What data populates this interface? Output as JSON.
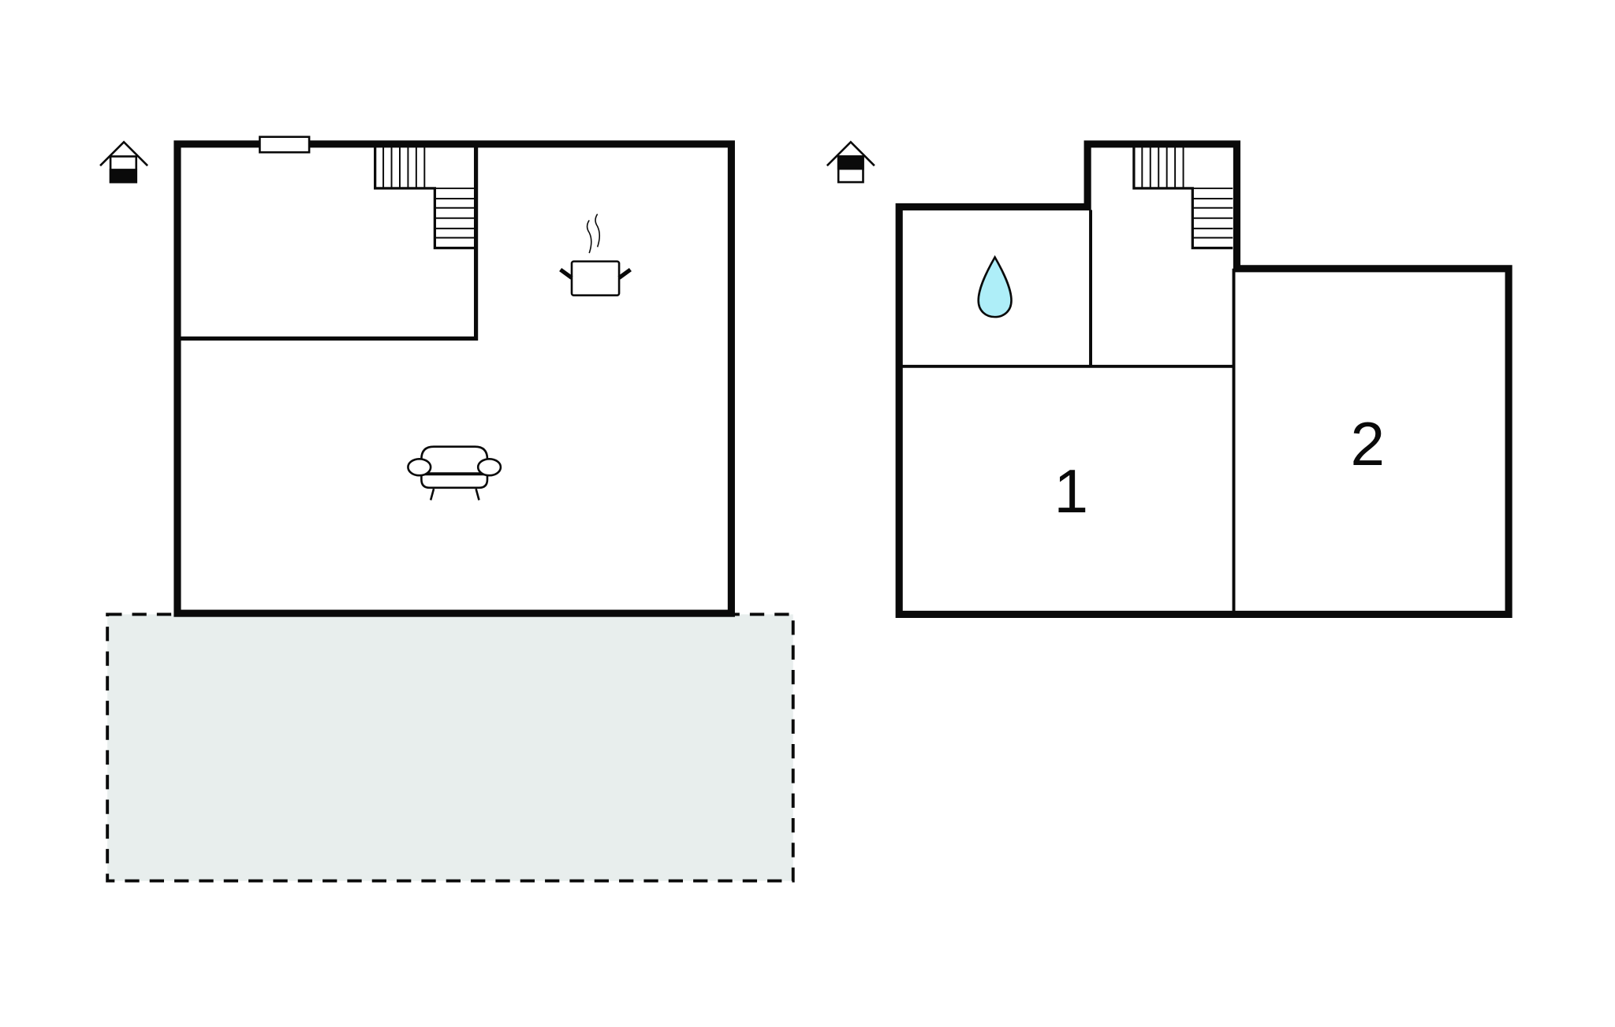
{
  "floor_plans": [
    {
      "name": "ground-floor",
      "icons": [
        "house-ground-floor-icon",
        "window-icon",
        "stairs-icon",
        "kitchen-pot-icon",
        "armchair-icon"
      ],
      "terrace": true
    },
    {
      "name": "upper-floor",
      "icons": [
        "house-upper-floor-icon",
        "stairs-icon",
        "water-drop-icon"
      ],
      "rooms": [
        {
          "label": "1"
        },
        {
          "label": "2"
        }
      ]
    }
  ],
  "colors": {
    "walls": "#0a0a0a",
    "terrace": "#e8eeed",
    "water": "#aeeef8"
  }
}
